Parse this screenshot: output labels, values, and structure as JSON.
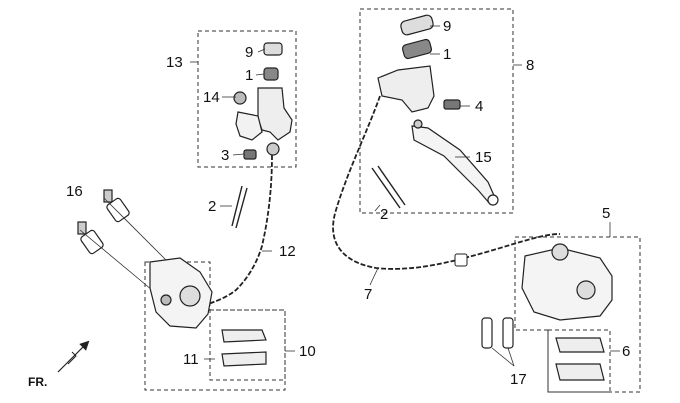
{
  "diagram": {
    "callouts": {
      "c9_top_right": "9",
      "c1_top_right": "1",
      "c8": "8",
      "c4": "4",
      "c15": "15",
      "c13": "13",
      "c9_left": "9",
      "c1_left": "1",
      "c14": "14",
      "c3": "3",
      "c16": "16",
      "c2_left": "2",
      "c2_right": "2",
      "c12": "12",
      "c5": "5",
      "c7": "7",
      "c10": "10",
      "c11": "11",
      "c6": "6",
      "c17": "17"
    },
    "front_indicator": "FR."
  }
}
